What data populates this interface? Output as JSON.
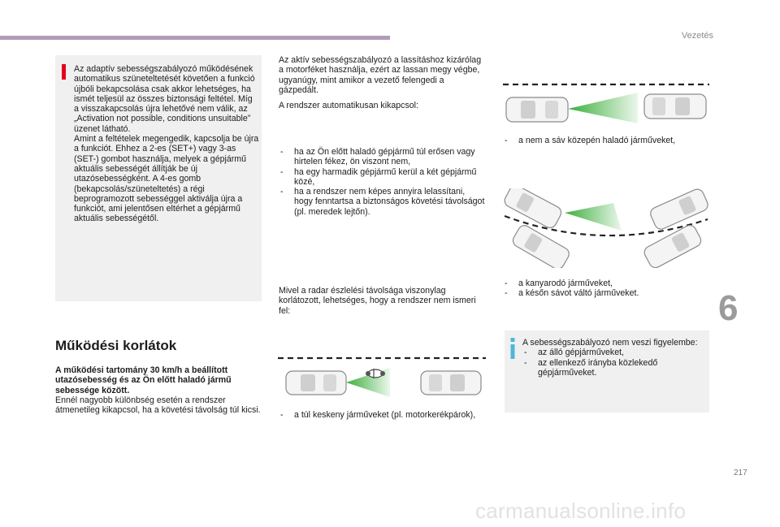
{
  "header": {
    "section": "Vezetés",
    "chapter": "6",
    "page": "217"
  },
  "watermark": "carmanualsonline.info",
  "warning": {
    "icon": "exclamation-icon",
    "color": "#e3001b",
    "paragraphs": [
      "Az adaptív sebességszabályozó működésének automatikus szüneteltetését követően a funkció újbóli bekapcsolása csak akkor lehetséges, ha ismét teljesül az összes biztonsági feltétel. Míg a visszakapcsolás újra lehetővé nem válik, az „Activation not possible, conditions unsuitable” üzenet látható.",
      "Amint a feltételek megengedik, kapcsolja be újra a funkciót. Ehhez a 2-es (SET+) vagy 3-as (SET-) gombot használja, melyek a gépjármű aktuális sebességét állítják be új utazósebességként. A 4-es gomb (bekapcsolás/szüneteltetés) a régi beprogramozott sebességgel aktiválja újra a funkciót, ami jelentősen eltérhet a gépjármű aktuális sebességétől."
    ]
  },
  "limits": {
    "title": "Működési korlátok",
    "bold_text": "A működési tartomány 30 km/h a beállított utazósebesség és az Ön előtt haladó jármű sebessége között.",
    "text": "Ennél nagyobb különbség esetén a rendszer átmenetileg kikapcsol, ha a követési távolság túl kicsi."
  },
  "middle": {
    "intro": "Az aktív sebességszabályozó a lassításhoz kizárólag a motorféket használja, ezért az lassan megy végbe, ugyanúgy, mint amikor a vezető felengedi a gázpedált.",
    "auto_off": "A rendszer automatikusan kikapcsol:",
    "cases": [
      "ha az Ön előtt haladó gépjármű túl erősen vagy hirtelen fékez, ön viszont nem,",
      "ha egy harmadik gépjármű kerül a két gépjármű közé,",
      "ha a rendszer nem képes annyira lelassítani, hogy fenntartsa a biztonságos követési távolságot (pl. meredek lejtőn)."
    ],
    "radar_text": "Mivel a radar észlelési távolsága viszonylag korlátozott, lehetséges, hogy a rendszer nem ismeri fel:",
    "narrow_item": "a túl keskeny járműveket (pl. motorkerékpárok),"
  },
  "right": {
    "lane_item": "a nem a sáv közepén haladó járműveket,",
    "turn_items": [
      "a kanyarodó járműveket,",
      "a későn sávot váltó járműveket."
    ]
  },
  "info": {
    "icon": "info-icon",
    "color": "#4fb7d9",
    "lead": "A sebességszabályozó nem veszi figyelembe:",
    "items": [
      "az álló gépjárműveket,",
      "az ellenkező irányba közlekedő gépjárműveket."
    ]
  },
  "colors": {
    "accent_bar": "#b29cb8",
    "radar_beam": "#3cae3c"
  }
}
